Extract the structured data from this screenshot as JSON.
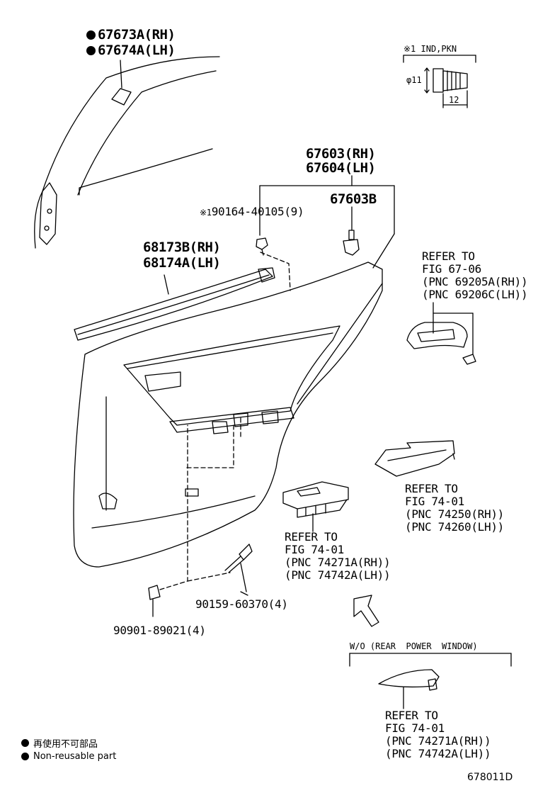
{
  "parts": {
    "rh_67673a": "67673A(RH)",
    "lh_67674a": "67674A(LH)",
    "rh_67603": "67603(RH)",
    "lh_67604": "67604(LH)",
    "p_67603b": "67603B",
    "p_90164": "90164-40105(9)",
    "p_90164_mark": "※1",
    "rh_68173b": "68173B(RH)",
    "lh_68174a": "68174A(LH)",
    "p_90159": "90159-60370(4)",
    "p_90901": "90901-89021(4)"
  },
  "refs": {
    "fig6706": [
      "REFER TO",
      "FIG 67-06",
      "(PNC 69205A(RH))",
      "(PNC 69206C(LH))"
    ],
    "fig7401_a": [
      "REFER TO",
      "FIG 74-01",
      "(PNC 74250(RH))",
      "(PNC 74260(LH))"
    ],
    "fig7401_b": [
      "REFER TO",
      "FIG 74-01",
      "(PNC 74271A(RH))",
      "(PNC 74742A(LH))"
    ],
    "fig7401_c": [
      "REFER TO",
      "FIG 74-01",
      "(PNC 74271A(RH))",
      "(PNC 74742A(LH))"
    ]
  },
  "detail": {
    "title": "※1 IND,PKN",
    "dia": "φ11",
    "len": "12"
  },
  "wo_label": "W/O (REAR  POWER  WINDOW)",
  "legend": {
    "jp": "再使用不可部品",
    "en": "Non-reusable part"
  },
  "figure_id": "678011D",
  "colors": {
    "line": "#000000",
    "background": "#ffffff"
  }
}
